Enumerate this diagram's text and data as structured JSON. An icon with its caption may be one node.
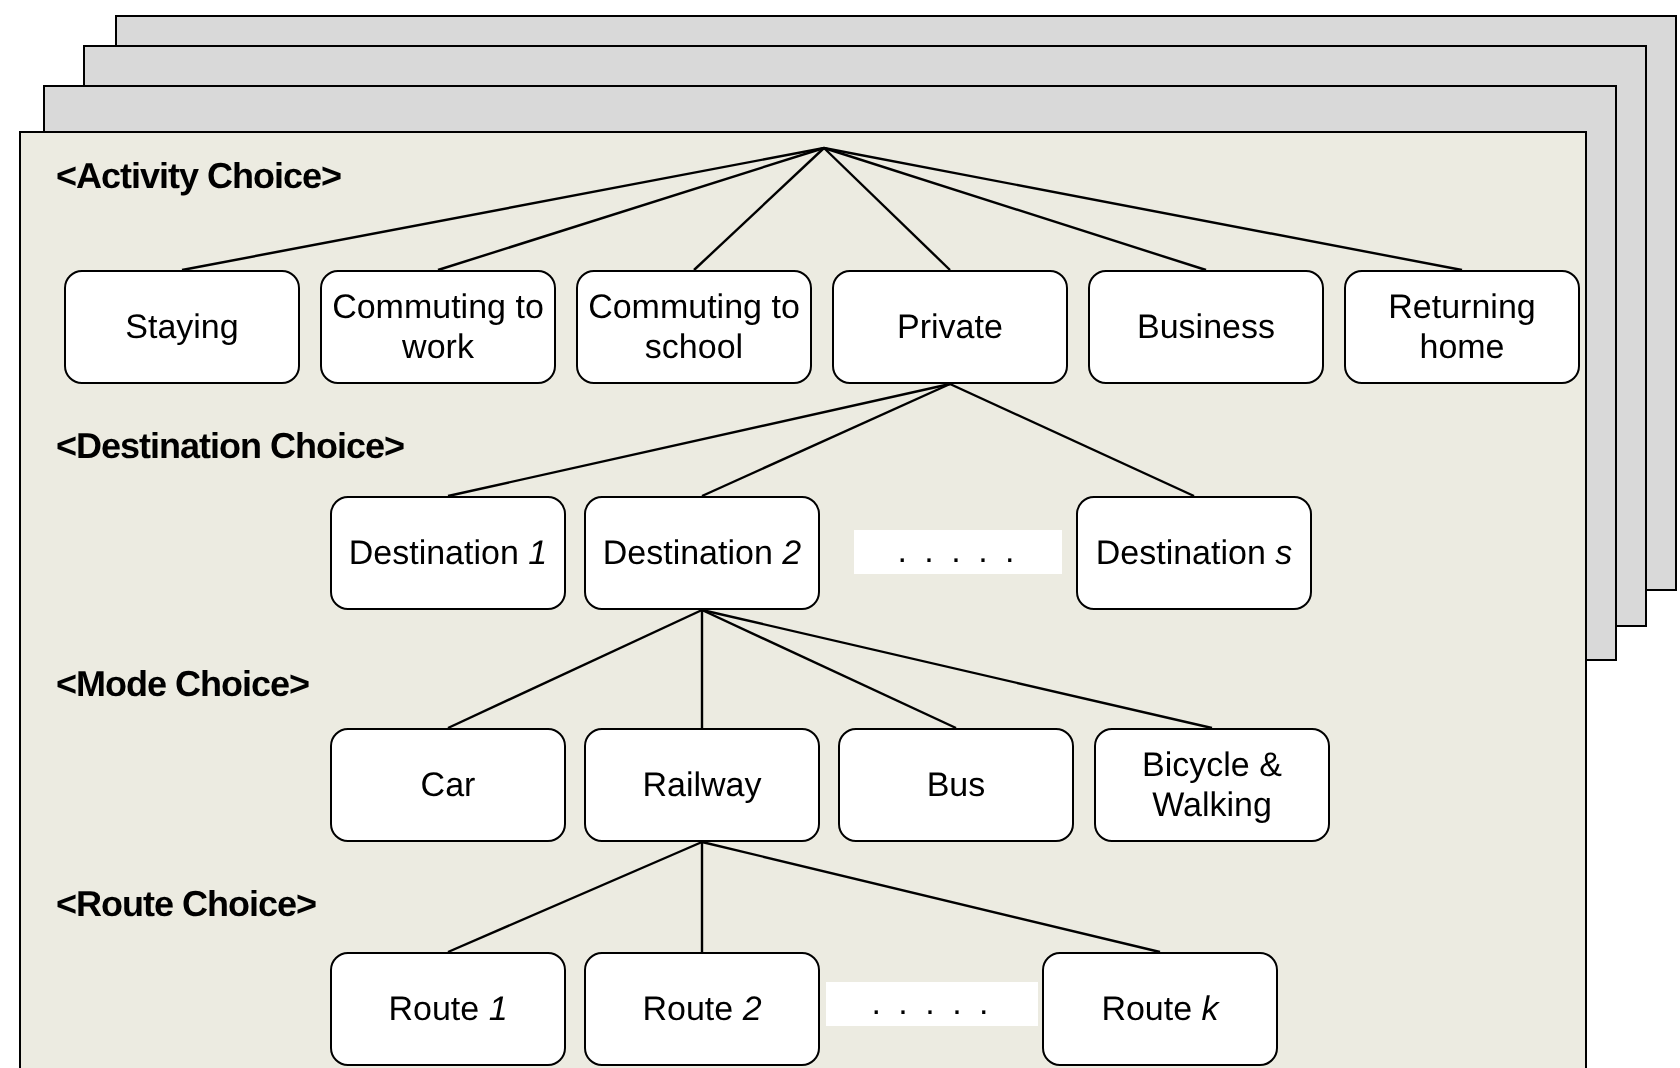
{
  "diagram": {
    "nodes": [
      {
        "text": [
          "Staying"
        ]
      },
      {
        "text": [
          "Commuting to work"
        ]
      },
      {
        "text": [
          "Commuting to school"
        ]
      },
      {
        "text": [
          "Private"
        ]
      },
      {
        "text": [
          "Business"
        ]
      },
      {
        "text": [
          "Returning home"
        ]
      },
      {
        "text": [
          "Destination *1*"
        ]
      },
      {
        "text": [
          "Destination *2*"
        ]
      },
      {
        "text": [
          "Destination *s*"
        ]
      },
      {
        "text": [
          "Car"
        ]
      },
      {
        "text": [
          "Railway"
        ]
      },
      {
        "text": [
          "Bus"
        ]
      },
      {
        "text": [
          "Bicycle & Walking"
        ]
      },
      {
        "text": [
          "Route *1*"
        ]
      },
      {
        "text": [
          "Route *2*"
        ]
      },
      {
        "text": [
          "Route *k*"
        ]
      }
    ],
    "edges": [
      {
        "from": null,
        "to": 0,
        "arrow": "none"
      },
      {
        "from": null,
        "to": 1,
        "arrow": "none"
      },
      {
        "from": null,
        "to": 2,
        "arrow": "none"
      },
      {
        "from": null,
        "to": 3,
        "arrow": "none"
      },
      {
        "from": null,
        "to": 4,
        "arrow": "none"
      },
      {
        "from": null,
        "to": 5,
        "arrow": "none"
      },
      {
        "from": 3,
        "to": 6,
        "arrow": "none"
      },
      {
        "from": 3,
        "to": 7,
        "arrow": "none"
      },
      {
        "from": 3,
        "to": 8,
        "arrow": "none"
      },
      {
        "from": 7,
        "to": 9,
        "arrow": "none"
      },
      {
        "from": 7,
        "to": 10,
        "arrow": "none"
      },
      {
        "from": 7,
        "to": 11,
        "arrow": "none"
      },
      {
        "from": 7,
        "to": 12,
        "arrow": "none"
      },
      {
        "from": 10,
        "to": 13,
        "arrow": "none"
      },
      {
        "from": 10,
        "to": 14,
        "arrow": "none"
      },
      {
        "from": 10,
        "to": 15,
        "arrow": "none"
      }
    ],
    "labels": [
      "<Activity Choice>",
      "<Destination Choice>",
      ". . . . .",
      "<Mode Choice>",
      "<Route Choice>",
      ". . . . ."
    ]
  }
}
